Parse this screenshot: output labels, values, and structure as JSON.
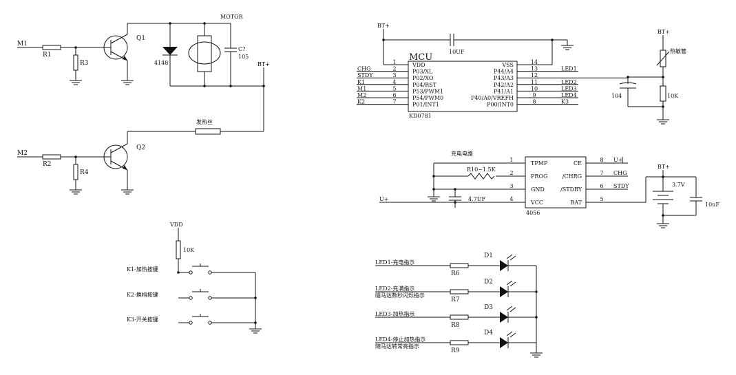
{
  "transistor_section": {
    "m1": "M1",
    "r1": "R1",
    "r3": "R3",
    "q1": "Q1",
    "diode": "4148",
    "motor": "MOTOR",
    "cap": "C?",
    "cap_val": "105",
    "bt1": "BT+",
    "heater": "发热丝",
    "m2": "M2",
    "r2": "R2",
    "r4": "R4",
    "q2": "Q2"
  },
  "mcu": {
    "bt": "BT+",
    "cap": "10UF",
    "title": "MCU",
    "part": "KD0781",
    "left_pins": [
      {
        "net": "",
        "num": "1",
        "name": "VDD"
      },
      {
        "net": "CHG",
        "num": "2",
        "name": "P03/XL"
      },
      {
        "net": "STDY",
        "num": "3",
        "name": "P02/XO"
      },
      {
        "net": "K1",
        "num": "4",
        "name": "P04/RST"
      },
      {
        "net": "M1",
        "num": "5",
        "name": "P53/PWM1"
      },
      {
        "net": "M2",
        "num": "6",
        "name": "P54/PWM0"
      },
      {
        "net": "K2",
        "num": "7",
        "name": "P01/INT1"
      }
    ],
    "right_pins": [
      {
        "net": "",
        "num": "14",
        "name": "VSS"
      },
      {
        "net": "LED1",
        "num": "13",
        "name": "P44/A4"
      },
      {
        "net": "",
        "num": "12",
        "name": "P43/A3"
      },
      {
        "net": "LED2",
        "num": "11",
        "name": "P42/A2"
      },
      {
        "net": "LED3",
        "num": "10",
        "name": "P41/A1"
      },
      {
        "net": "LED4",
        "num": "9",
        "name": "P40/A0/VREFH"
      },
      {
        "net": "K3",
        "num": "8",
        "name": "P00/INT0"
      }
    ],
    "thermistor_bt": "BT+",
    "thermistor": "热敏管",
    "cap104": "104",
    "r10k": "10K"
  },
  "charger": {
    "title": "充电电路",
    "resistor": "R10~1.5K",
    "cap": "4.7UF",
    "u_plus_in": "U+",
    "part": "4056",
    "left_pins": [
      {
        "num": "1",
        "name": "TPMP"
      },
      {
        "num": "2",
        "name": "PROG"
      },
      {
        "num": "3",
        "name": "GND"
      },
      {
        "num": "4",
        "name": "VCC"
      }
    ],
    "right_pins": [
      {
        "num": "8",
        "name": "CE",
        "net": "U+"
      },
      {
        "num": "7",
        "name": "/CHRG",
        "net": "CHG"
      },
      {
        "num": "6",
        "name": "/STDBY",
        "net": "STDY"
      },
      {
        "num": "5",
        "name": "BAT",
        "net": ""
      }
    ],
    "bt": "BT+",
    "bat_v": "3.7V",
    "bat_cap": "10uF"
  },
  "keys": {
    "vdd": "VDD",
    "r": "10K",
    "k1": "K1-加热按键",
    "k2": "K2-换档按键",
    "k3": "K3-开关按键"
  },
  "leds": [
    {
      "label": "LED1-充电指示",
      "label2": "",
      "r": "R6",
      "d": "D1"
    },
    {
      "label": "LED2-充满指示",
      "label2": "隨马达数秒闪烁指示",
      "r": "R7",
      "d": "D2"
    },
    {
      "label": "LED3-加热指示",
      "label2": "",
      "r": "R8",
      "d": "D3"
    },
    {
      "label": "LED4-停止加热指示",
      "label2": "随马达转常亮指示",
      "r": "R9",
      "d": "D4"
    }
  ]
}
